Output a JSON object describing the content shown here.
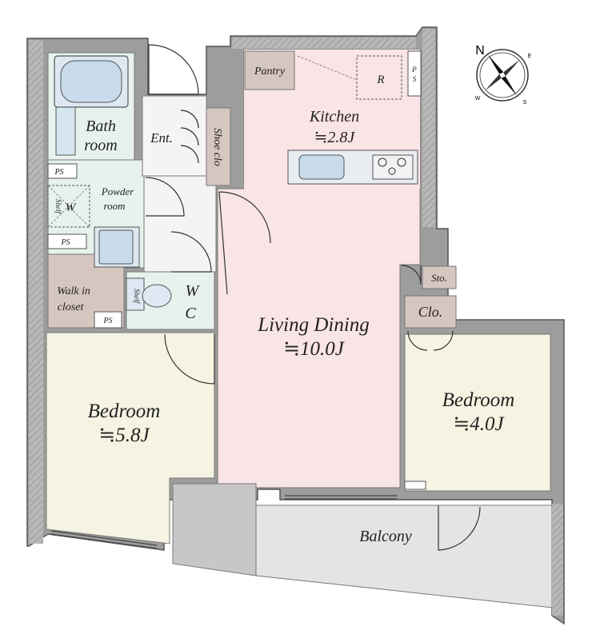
{
  "rooms": {
    "kitchen": {
      "name": "Kitchen",
      "size": "≒2.8J"
    },
    "living_dining": {
      "name": "Living Dining",
      "size": "≒10.0J"
    },
    "bedroom_left": {
      "name": "Bedroom",
      "size": "≒5.8J"
    },
    "bedroom_right": {
      "name": "Bedroom",
      "size": "≒4.0J"
    },
    "bath": {
      "line1": "Bath",
      "line2": "room"
    },
    "powder": {
      "line1": "Powder",
      "line2": "room"
    },
    "walkin": {
      "line1": "Walk in",
      "line2": "closet"
    },
    "wc": {
      "line1": "W",
      "line2": "C"
    },
    "entrance": "Ent.",
    "shoe_closet": "Shoe clo",
    "pantry": "Pantry",
    "storage": "Sto.",
    "closet": "Clo.",
    "balcony": "Balcony",
    "fridge": "R",
    "washer": "W",
    "shelf": "Shelf",
    "ps_labels": [
      "PS",
      "PS",
      "PS"
    ],
    "ps_vertical": {
      "line1": "P",
      "line2": "S"
    }
  },
  "compass": {
    "north": "N",
    "east": "E",
    "south": "S",
    "west": "W"
  },
  "colors": {
    "wall": "#a9a9a9",
    "wall_dark": "#8c8c8c",
    "ldk": "#f9e4e6",
    "bedroom": "#f5f3e2",
    "wet_area": "#e7f2ec",
    "balcony": "#e4e4e4",
    "storage": "#d6c6c0",
    "entrance": "#f4f4f4"
  }
}
